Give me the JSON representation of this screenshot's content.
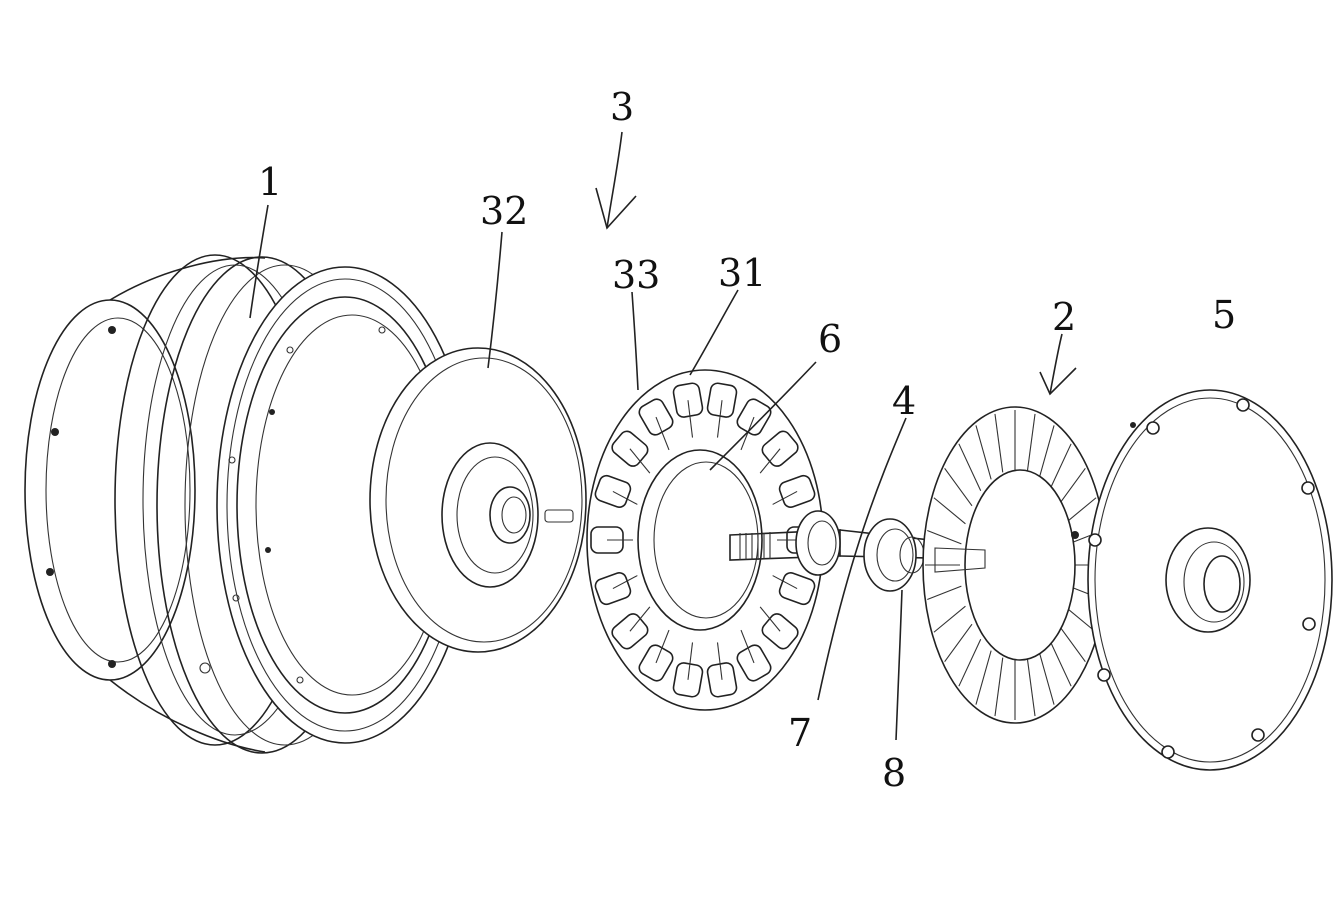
{
  "labels": {
    "l1": "1",
    "l32": "32",
    "l3": "3",
    "l33": "33",
    "l31": "31",
    "l6": "6",
    "l4": "4",
    "l2": "2",
    "l5": "5",
    "l7": "7",
    "l8": "8"
  },
  "colors": {
    "line": "#222222",
    "background": "#ffffff"
  }
}
